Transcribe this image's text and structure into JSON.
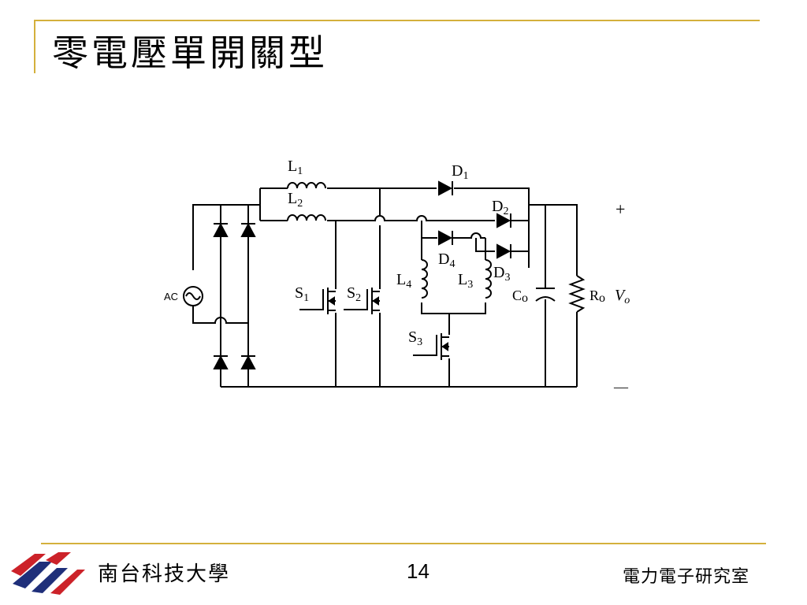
{
  "slide": {
    "title": "零電壓單開關型"
  },
  "circuit": {
    "labels": {
      "L1": "L",
      "L1_sub": "1",
      "L2": "L",
      "L2_sub": "2",
      "D1": "D",
      "D1_sub": "1",
      "D2": "D",
      "D2_sub": "2",
      "D3": "D",
      "D3_sub": "3",
      "D4": "D",
      "D4_sub": "4",
      "L3": "L",
      "L3_sub": "3",
      "L4": "L",
      "L4_sub": "4",
      "S1": "S",
      "S1_sub": "1",
      "S2": "S",
      "S2_sub": "2",
      "S3": "S",
      "S3_sub": "3",
      "Co": "C",
      "Co_sub": "o",
      "Ro": "R",
      "Ro_sub": "o",
      "Vo": "V",
      "Vo_sub": "o",
      "AC": "AC",
      "plus": "+",
      "minus": "—"
    }
  },
  "footer": {
    "university": "南台科技大學",
    "page_number": "14",
    "lab": "電力電子研究室"
  },
  "colors": {
    "accent_rule": "#d4b03c",
    "logo_red": "#cc2229",
    "logo_navy": "#1f2f7a"
  }
}
